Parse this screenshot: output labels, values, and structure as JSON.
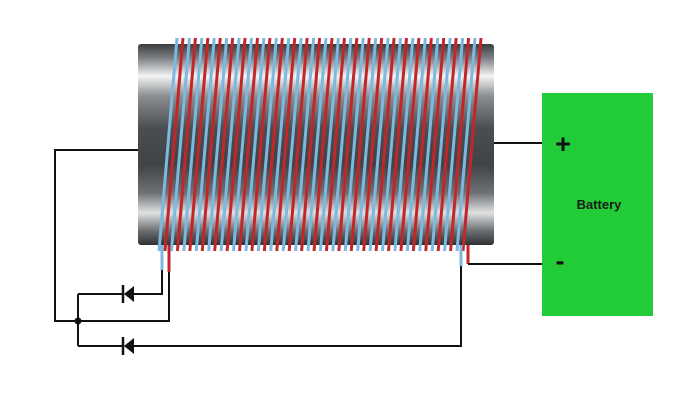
{
  "battery": {
    "label": "Battery",
    "plus_sign": "+",
    "minus_sign": "-",
    "color": "#22cc38"
  },
  "coil": {
    "turns": 25,
    "red_wire_color": "#c0272d",
    "blue_wire_color": "#7fb8df",
    "core_color": "#55595c"
  },
  "diodes": {
    "count": 2
  }
}
